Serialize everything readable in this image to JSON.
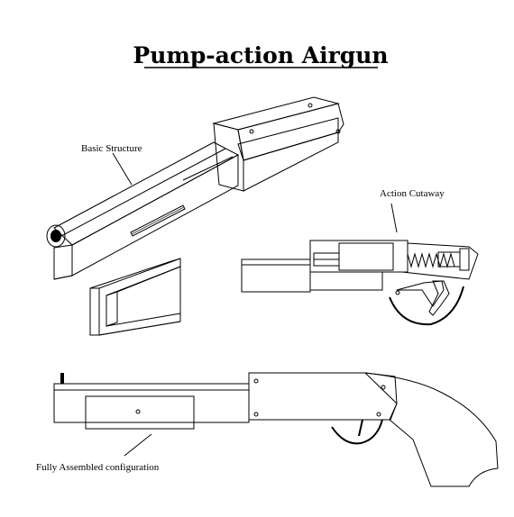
{
  "title": "Pump-action Airgun",
  "labels": {
    "basic_structure": "Basic Structure",
    "action_cutaway": "Action Cutaway",
    "fully_assembled": "Fully Assembled configuration"
  }
}
